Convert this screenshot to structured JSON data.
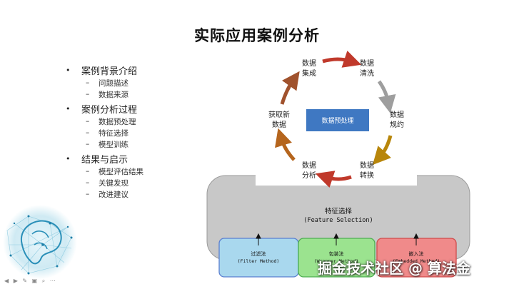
{
  "slide": {
    "title": "实际应用案例分析"
  },
  "outline": [
    {
      "label": "案例背景介绍",
      "children": [
        "问题描述",
        "数据来源"
      ]
    },
    {
      "label": "案例分析过程",
      "children": [
        "数据预处理",
        "特征选择",
        "模型训练"
      ]
    },
    {
      "label": "结果与启示",
      "children": [
        "模型评估结果",
        "关键发现",
        "改进建议"
      ]
    }
  ],
  "cycle": {
    "center": "数据预处理",
    "nodes": [
      [
        "数据",
        "集成"
      ],
      [
        "数据",
        "清洗"
      ],
      [
        "数据",
        "规约"
      ],
      [
        "数据",
        "转换"
      ],
      [
        "数据",
        "分析"
      ],
      [
        "获取新",
        "数据"
      ]
    ]
  },
  "feature": {
    "title": "特征选择",
    "subtitle": "(Feature Selection)",
    "methods": [
      {
        "name": "过滤法",
        "en": "(Filter Method)"
      },
      {
        "name": "包装法",
        "en": "(Wrapper Method)"
      },
      {
        "name": "嵌入法",
        "en": "(Embedded Method)"
      }
    ]
  },
  "watermark": "掘金技术社区 @ 算法金",
  "colors": {
    "center_box": "#3F78C2",
    "arrow_red": "#C0392B",
    "arrow_grey": "#9E9E9E",
    "arrow_gold": "#B8860B",
    "arrow_brown": "#B5651D",
    "panel_grey": "#C8C8C8",
    "filter": "#A9D8EE",
    "wrapper": "#9BE38F",
    "embedded": "#F08A8A"
  }
}
